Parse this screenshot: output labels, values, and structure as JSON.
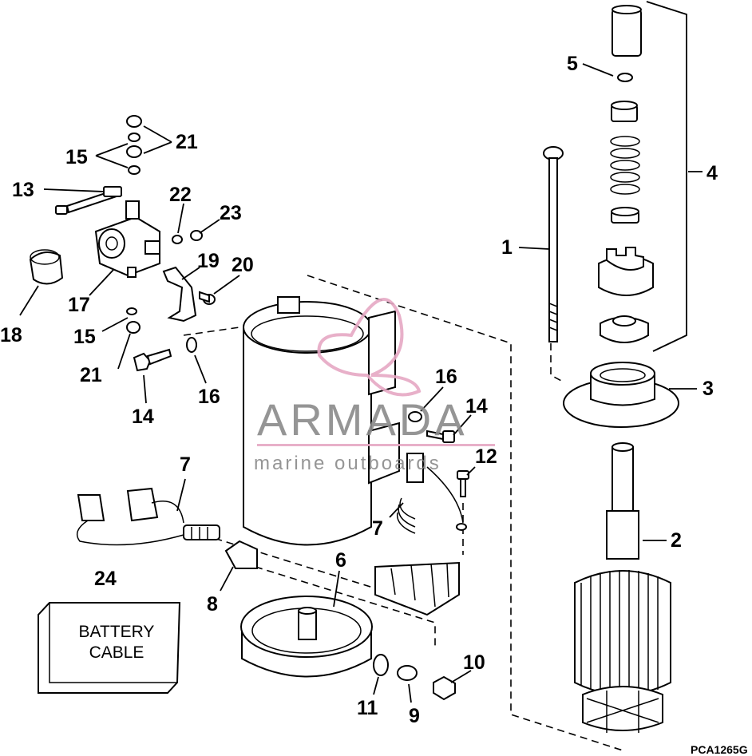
{
  "figure_code": "PCA1265G",
  "watermark": {
    "brand": "ARMADA",
    "tagline": "marine outboards",
    "accent": "#e6a8c4"
  },
  "battery_cable": {
    "line1": "BATTERY",
    "line2": "CABLE"
  },
  "callouts": {
    "c1": "1",
    "c2": "2",
    "c3": "3",
    "c4": "4",
    "c5": "5",
    "c6": "6",
    "c7a": "7",
    "c7b": "7",
    "c8": "8",
    "c9": "9",
    "c10": "10",
    "c11": "11",
    "c12": "12",
    "c13": "13",
    "c14a": "14",
    "c14b": "14",
    "c15a": "15",
    "c15b": "15",
    "c16a": "16",
    "c16b": "16",
    "c17": "17",
    "c18": "18",
    "c19": "19",
    "c20": "20",
    "c21a": "21",
    "c21b": "21",
    "c22": "22",
    "c23": "23",
    "c24": "24"
  }
}
